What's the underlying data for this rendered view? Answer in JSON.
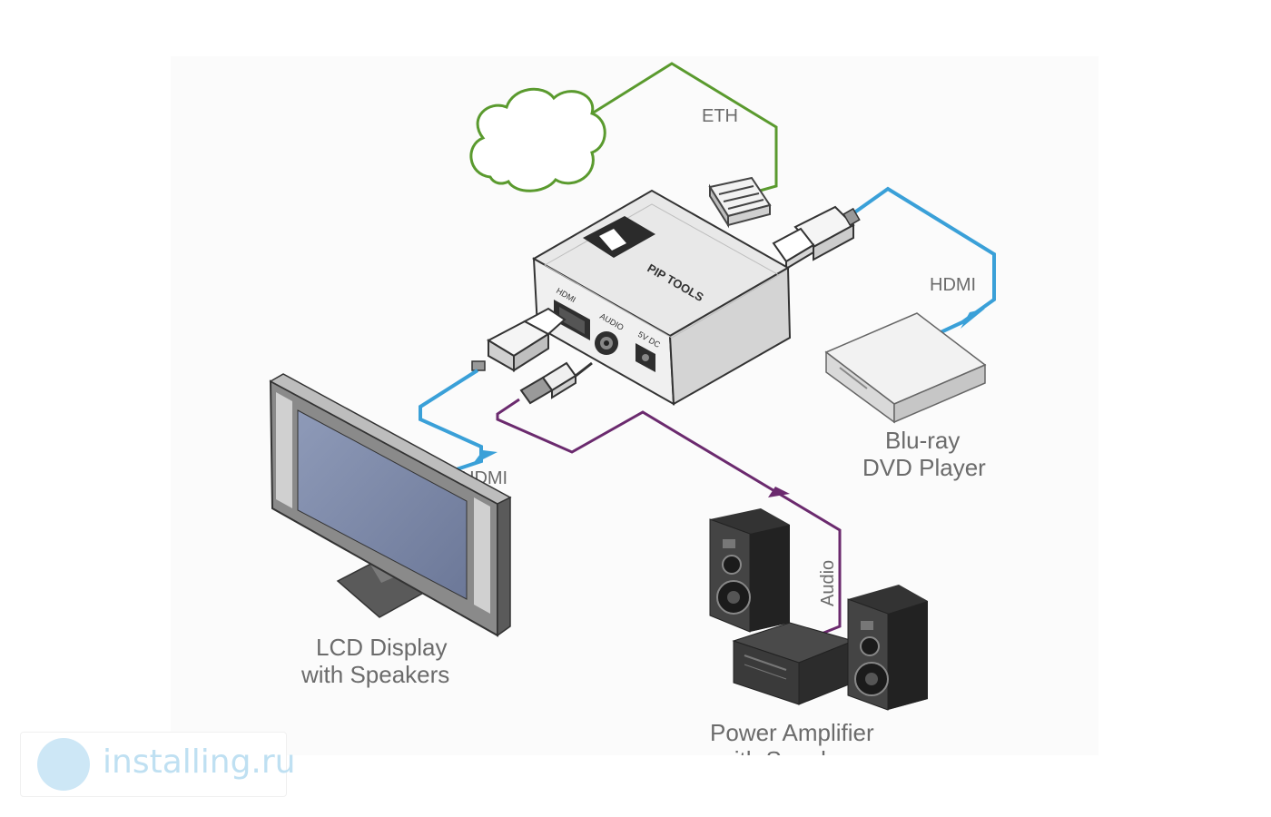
{
  "labels": {
    "eth": "ETH",
    "hdmi_in": "HDMI",
    "hdmi_out": "HDMI",
    "audio": "Audio",
    "player_line1": "Blu-ray",
    "player_line2": "DVD Player",
    "display_line1": "LCD Display",
    "display_line2": "with Speakers",
    "amp_line1": "Power Amplifier",
    "amp_line2": "with Speakers",
    "device_model": "PIP TOOLS",
    "port_hdmi": "HDMI",
    "port_audio": "AUDIO",
    "port_power": "5V DC"
  },
  "watermark": {
    "text": "installing.ru"
  },
  "colors": {
    "eth_cable": "#5a9a2e",
    "hdmi_cable": "#3aa0d8",
    "audio_cable": "#6b2a6e",
    "device_body": "#e6e6e6",
    "device_dark": "#3a3a3a",
    "label_text": "#6b6b6b"
  }
}
